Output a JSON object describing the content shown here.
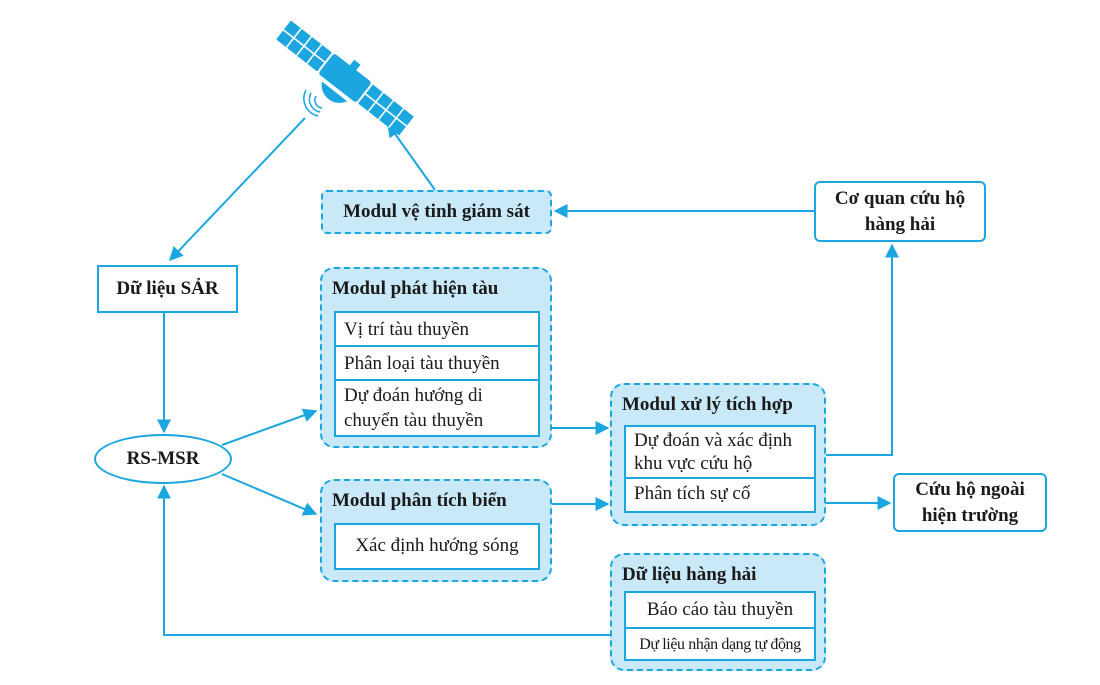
{
  "colors": {
    "accent": "#1ba6e0",
    "module_fill": "#c9e9f9",
    "text": "#1a1a1a"
  },
  "satellite": {
    "icon": "satellite-icon"
  },
  "nodes": {
    "sar_data": {
      "label": "Dữ liệu SẢR"
    },
    "rs_msr": {
      "label": "RS-MSR"
    },
    "satellite_module": {
      "label": "Modul vệ tinh giám sát"
    },
    "rescue_agency": {
      "label": "Cơ quan cứu hộ hàng hải"
    },
    "field_rescue": {
      "label": "Cứu hộ ngoài hiện trường"
    },
    "ship_detection": {
      "title": "Modul phát hiện tàu",
      "items": [
        "Vị trí tàu thuyền",
        "Phân loại tàu thuyền",
        "Dự đoán hướng di chuyển tàu thuyền"
      ]
    },
    "sea_analysis": {
      "title": "Modul phân tích biển",
      "items": [
        "Xác định hướng sóng"
      ]
    },
    "integrated_processing": {
      "title": "Modul xử lý tích hợp",
      "items": [
        "Dự đoán và xác định khu vực cứu hộ",
        "Phân tích sự cố"
      ]
    },
    "maritime_data": {
      "title": "Dữ liệu hàng hải",
      "items": [
        "Báo cáo tàu thuyền",
        "Dự liệu nhận dạng tự động"
      ]
    }
  },
  "edges": [
    {
      "from": "satellite",
      "to": "sar_data"
    },
    {
      "from": "satellite_module",
      "to": "satellite"
    },
    {
      "from": "rescue_agency",
      "to": "satellite_module"
    },
    {
      "from": "sar_data",
      "to": "rs_msr"
    },
    {
      "from": "rs_msr",
      "to": "ship_detection"
    },
    {
      "from": "rs_msr",
      "to": "sea_analysis"
    },
    {
      "from": "ship_detection",
      "to": "integrated_processing"
    },
    {
      "from": "sea_analysis",
      "to": "integrated_processing"
    },
    {
      "from": "integrated_processing",
      "to": "rescue_agency"
    },
    {
      "from": "integrated_processing",
      "to": "field_rescue"
    },
    {
      "from": "maritime_data",
      "to": "rs_msr"
    }
  ]
}
